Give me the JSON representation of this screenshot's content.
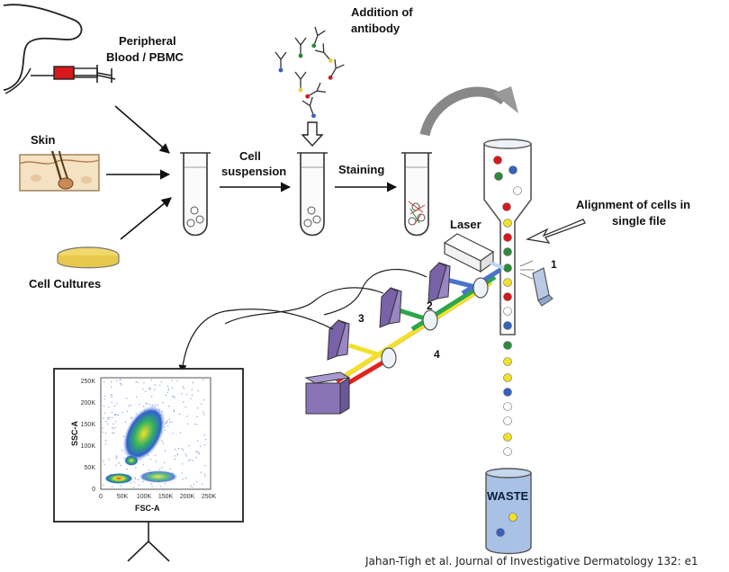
{
  "labels": {
    "peripheral_line1": "Peripheral",
    "peripheral_line2": "Blood / PBMC",
    "skin": "Skin",
    "cell_cultures": "Cell Cultures",
    "cell_suspension_line1": "Cell",
    "cell_suspension_line2": "suspension",
    "staining": "Staining",
    "addition_line1": "Addition of",
    "addition_line2": "antibody",
    "laser": "Laser",
    "alignment_line1": "Alignment of cells in",
    "alignment_line2": "single file",
    "waste": "WASTE"
  },
  "component_numbers": [
    "1",
    "2",
    "3",
    "4"
  ],
  "plot": {
    "ylabel": "SSC-A",
    "xlabel": "FSC-A",
    "yticks": [
      "250K",
      "200K",
      "150K",
      "100K",
      "50K",
      "0"
    ],
    "xticks": [
      "0",
      "50K",
      "100K",
      "150K",
      "200K",
      "250K"
    ]
  },
  "citation": "Jahan-Tigh et al. Journal of Investigative Dermatology 132: e1",
  "colors": {
    "laser_red": "#e0241c",
    "laser_yellow": "#f1e12a",
    "laser_green": "#2ca64a",
    "laser_blue": "#4a73c9",
    "filter_purple": "#7a62a8",
    "detector_purple": "#8a74b8"
  }
}
